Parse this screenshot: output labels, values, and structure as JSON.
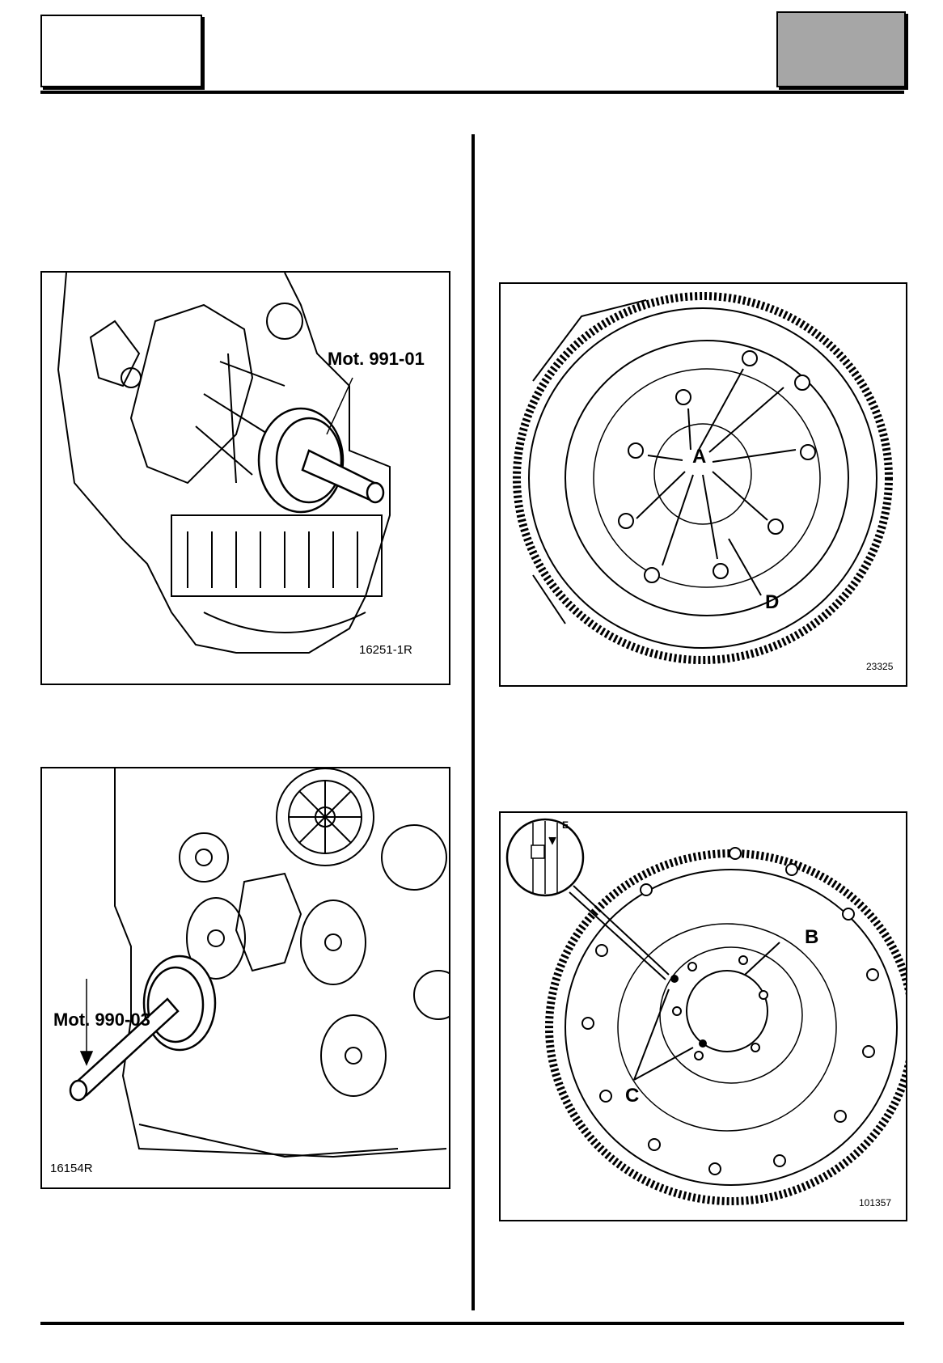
{
  "header": {
    "left_box_text": "",
    "right_box_text": "",
    "right_box_color": "#a6a6a6"
  },
  "figures": {
    "fig1": {
      "tool_label": "Mot. 991-01",
      "ref": "16251-1R"
    },
    "fig2": {
      "tool_label": "Mot. 990-03",
      "ref": "16154R"
    },
    "fig3": {
      "label_a": "A",
      "label_d": "D",
      "ref": "23325"
    },
    "fig4": {
      "label_b": "B",
      "label_c": "C",
      "label_e": "E",
      "ref": "101357"
    }
  }
}
